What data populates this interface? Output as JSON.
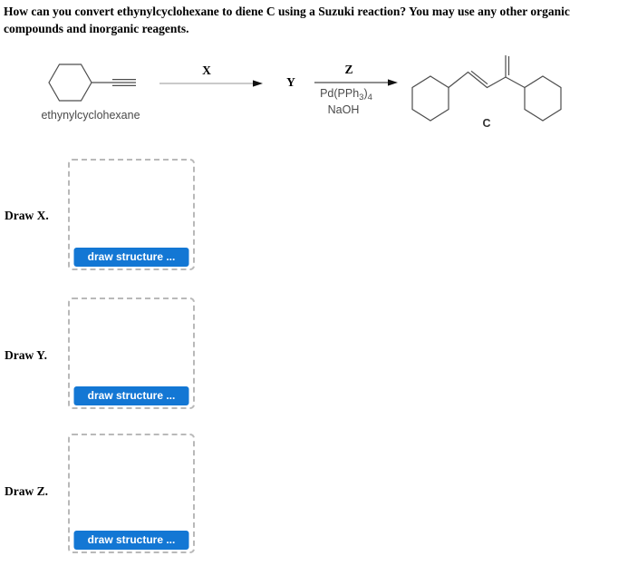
{
  "question": "How can you convert ethynylcyclohexane to diene C using a Suzuki reaction? You may use any other organic compounds and inorganic reagents.",
  "scheme": {
    "reactant_label": "ethynylcyclohexane",
    "step1_label": "X",
    "intermediate_label": "Y",
    "step2_label": "Z",
    "catalyst_parts": {
      "p1": "Pd(PPh",
      "s1": "3",
      "p2": ")",
      "s2": "4"
    },
    "base_label": "NaOH",
    "product_label": "C"
  },
  "sections": [
    {
      "label": "Draw X.",
      "button": "draw structure ..."
    },
    {
      "label": "Draw Y.",
      "button": "draw structure ..."
    },
    {
      "label": "Draw Z.",
      "button": "draw structure ..."
    }
  ],
  "colors": {
    "button_bg": "#1377d4",
    "button_text": "#ffffff",
    "structure_stroke": "#4d4d4d",
    "label_gray": "#4a4a4a",
    "dashed_border": "#b9b9b9"
  }
}
